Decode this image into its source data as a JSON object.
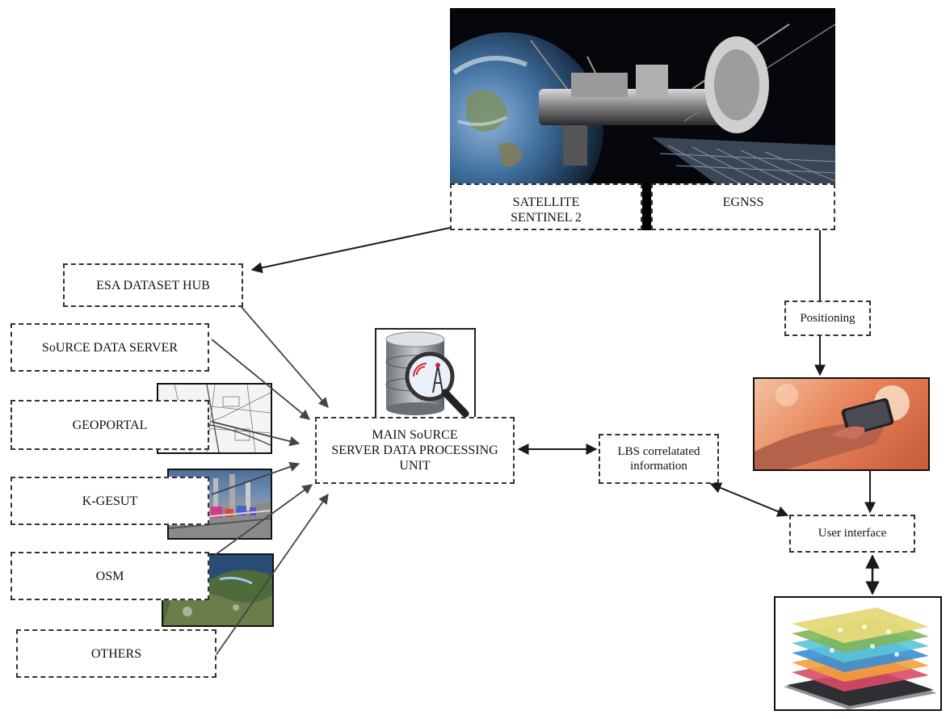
{
  "nodes": {
    "satellite": "SATELLITE\nSENTINEL 2",
    "egnss": "EGNSS",
    "esa_hub": "ESA DATASET HUB",
    "source_server": "SoURCE DATA SERVER",
    "geoportal": "GEOPORTAL",
    "kgesut": "K-GESUT",
    "osm": "OSM",
    "others": "OTHERS",
    "main_unit": "MAIN SoURCE\nSERVER DATA PROCESSING\nUNIT",
    "lbs": "LBS correlatated\ninformation",
    "positioning": "Positioning",
    "user_interface": "User interface"
  },
  "colors": {
    "box_border": "#333333",
    "arrow": "#1a1a1a",
    "space": "#05070c",
    "photo_orange": "#e8845a"
  },
  "icons": {
    "satellite_photo": "satellite-in-orbit-icon",
    "database": "database-search-icon",
    "smartphone": "hand-holding-phone-icon",
    "app_layers": "app-layers-phone-icon",
    "map_sketch": "cadastral-map-icon",
    "map_3d": "3d-utility-model-icon",
    "aerial": "aerial-map-icon"
  }
}
